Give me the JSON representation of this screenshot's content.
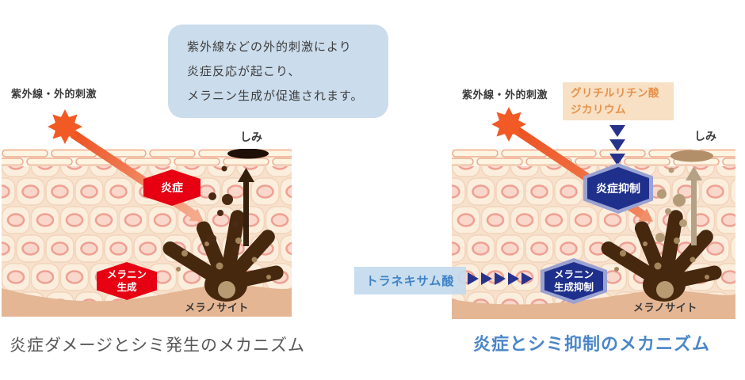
{
  "left_panel": {
    "stimulus_label": "紫外線・外的刺激",
    "bubble_lines": [
      "紫外線などの外的刺激により",
      "炎症反応が起こり、",
      "メラニン生成が促進されます。"
    ],
    "spot_label": "しみ",
    "inflammation_hex": "炎症",
    "melanin_hex_line1": "メラニン",
    "melanin_hex_line2": "生成",
    "melanocyte_label": "メラノサイト",
    "caption": "炎症ダメージとシミ発生のメカニズム"
  },
  "right_panel": {
    "stimulus_label": "紫外線・外的刺激",
    "ingredient_top_line1": "グリチルリチン酸",
    "ingredient_top_line2": "ジカリウム",
    "ingredient_side": "トラネキサム酸",
    "inflammation_suppress_hex": "炎症抑制",
    "melanin_suppress_line1": "メラニン",
    "melanin_suppress_line2": "生成抑制",
    "spot_label": "しみ",
    "melanocyte_label": "メラノサイト",
    "caption": "炎症とシミ抑制のメカニズム"
  },
  "colors": {
    "inflammation_red": "#e60012",
    "suppress_navy": "#1f2f8c",
    "suppress_glow": "#9aa2d2",
    "arrow_navy": "#27338b",
    "sun_orange": "#f15a24",
    "beam_orange": "#ec5222",
    "bubble_blue": "#cbdcec",
    "ingredient_top_bg": "#f7e0c4",
    "ingredient_top_text": "#e8914a",
    "ingredient_side_bg": "#c4daed",
    "ingredient_side_text": "#3f83c6",
    "caption_gray": "#595757",
    "caption_blue": "#4a86c8",
    "skin_cell_bg": "#f7e1cd",
    "dermis_tan": "#e4b694",
    "melanocyte_brown": "#46280f",
    "spot_dark": "#1e1007",
    "spot_suppressed": "#b28f68"
  }
}
